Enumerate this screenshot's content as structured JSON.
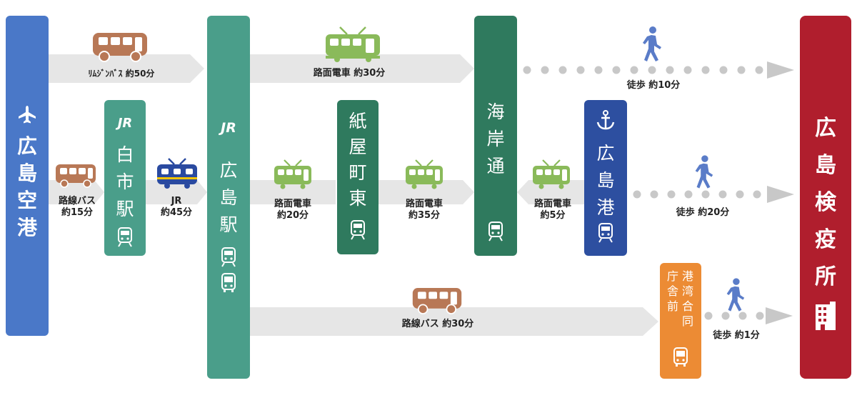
{
  "colors": {
    "airport": "#4a78c8",
    "hiroshima_station": "#4a9e8a",
    "dark_green": "#2f7a5e",
    "port": "#2d4fa0",
    "harbor_office": "#ec8b34",
    "destination": "#b01e2d",
    "bus": "#b87856",
    "tram": "#8aba5a",
    "jr_train": "#2a4aa0",
    "walker": "#5a7cc8",
    "arrow": "#e6e6e6",
    "dots": "#c8c8c8"
  },
  "nodes": {
    "airport": {
      "name": "広\n島\n空\n港",
      "icon": "airplane-icon"
    },
    "shiraichi": {
      "logo": "JR",
      "name": "白\n市\n駅",
      "icon": "train-front-icon"
    },
    "hiroshima": {
      "logo": "JR",
      "name": "広\n島\n駅",
      "icons": [
        "train-front-icon",
        "bus-front-icon"
      ]
    },
    "kamiyacho": {
      "name": "紙\n屋\n町\n東",
      "icon": "train-front-icon"
    },
    "kaigandori": {
      "name": "海\n岸\n通",
      "icon": "train-front-icon"
    },
    "hiroshima_port": {
      "name": "広\n島\n港",
      "icon": "anchor-icon",
      "bottom_icon": "train-front-icon"
    },
    "harbor_office": {
      "name_col1": "庁\n舎\n前",
      "name_col2": "港\n湾\n合\n同",
      "icon": "bus-front-icon"
    },
    "quarantine": {
      "name": "広\n島\n検\n疫\n所",
      "icon": "building-icon"
    }
  },
  "routes": {
    "limousine": "ﾘﾑｼﾞﾝﾊﾞｽ 約50分",
    "tram_30": "路面電車 約30分",
    "walk_10": "徒歩 約10分",
    "local_bus_15": "路線バス\n約15分",
    "jr_45": "JR\n約45分",
    "tram_20": "路面電車\n約20分",
    "tram_35": "路面電車\n約35分",
    "tram_5": "路面電車\n約5分",
    "walk_20": "徒歩 約20分",
    "local_bus_30": "路線バス 約30分",
    "walk_1": "徒歩 約1分"
  }
}
